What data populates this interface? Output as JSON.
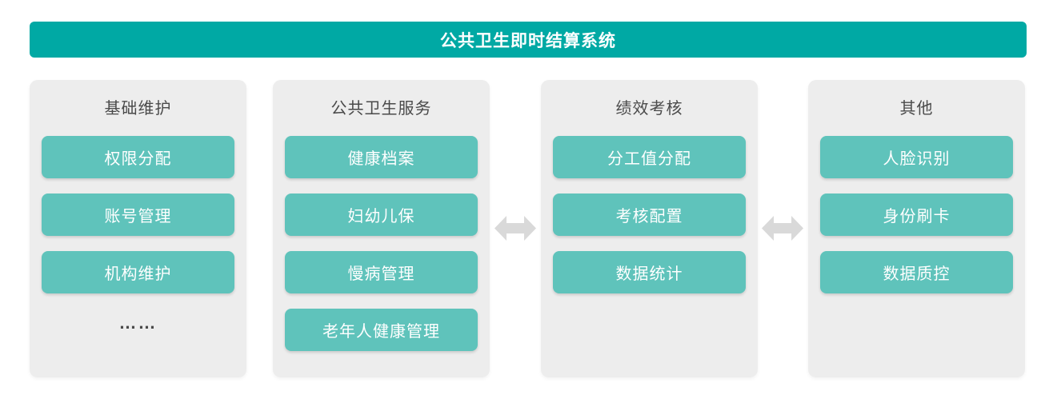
{
  "header": {
    "title": "公共卫生即时结算系统"
  },
  "colors": {
    "header_bg": "#00A9A4",
    "chip_bg": "#5FC3BB",
    "panel_bg": "#EDEDED",
    "heading_text": "#4A4A4A",
    "chip_text": "#FFFFFF",
    "arrow": "#D9D9D9"
  },
  "columns": [
    {
      "title": "基础维护",
      "items": [
        "权限分配",
        "账号管理",
        "机构维护"
      ],
      "more": "……"
    },
    {
      "title": "公共卫生服务",
      "items": [
        "健康档案",
        "妇幼儿保",
        "慢病管理",
        "老年人健康管理"
      ]
    },
    {
      "title": "绩效考核",
      "items": [
        "分工值分配",
        "考核配置",
        "数据统计"
      ]
    },
    {
      "title": "其他",
      "items": [
        "人脸识别",
        "身份刷卡",
        "数据质控"
      ]
    }
  ],
  "arrows": [
    {
      "name": "arrow-services-assessment",
      "type": "double-headed-horizontal"
    },
    {
      "name": "arrow-assessment-other",
      "type": "double-headed-horizontal"
    }
  ]
}
